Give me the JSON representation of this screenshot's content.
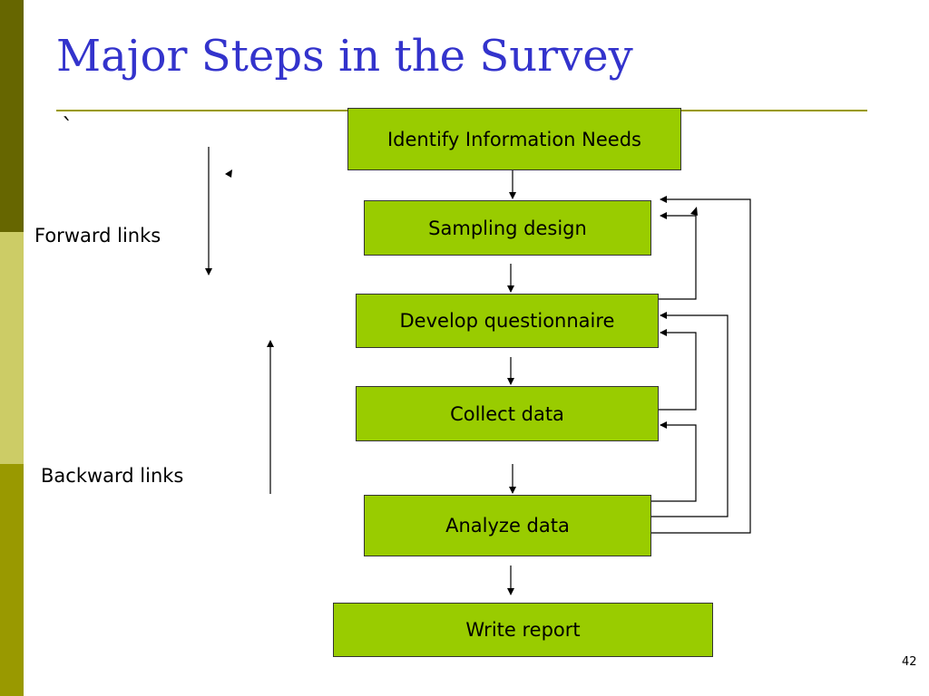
{
  "slide": {
    "title": "Major Steps in the Survey",
    "stray_mark": "`",
    "page_number": "42"
  },
  "steps": [
    "Identify Information Needs",
    "Sampling design",
    "Develop questionnaire",
    "Collect data",
    "Analyze data",
    "Write report"
  ],
  "legend": {
    "forward": "Forward links",
    "backward": "Backward links"
  },
  "colors": {
    "title": "#3333cc",
    "box_fill": "#99cc00",
    "rule": "#999900",
    "bar_dark": "#666600",
    "bar_light": "#cccc66",
    "bar_mid": "#999900"
  }
}
